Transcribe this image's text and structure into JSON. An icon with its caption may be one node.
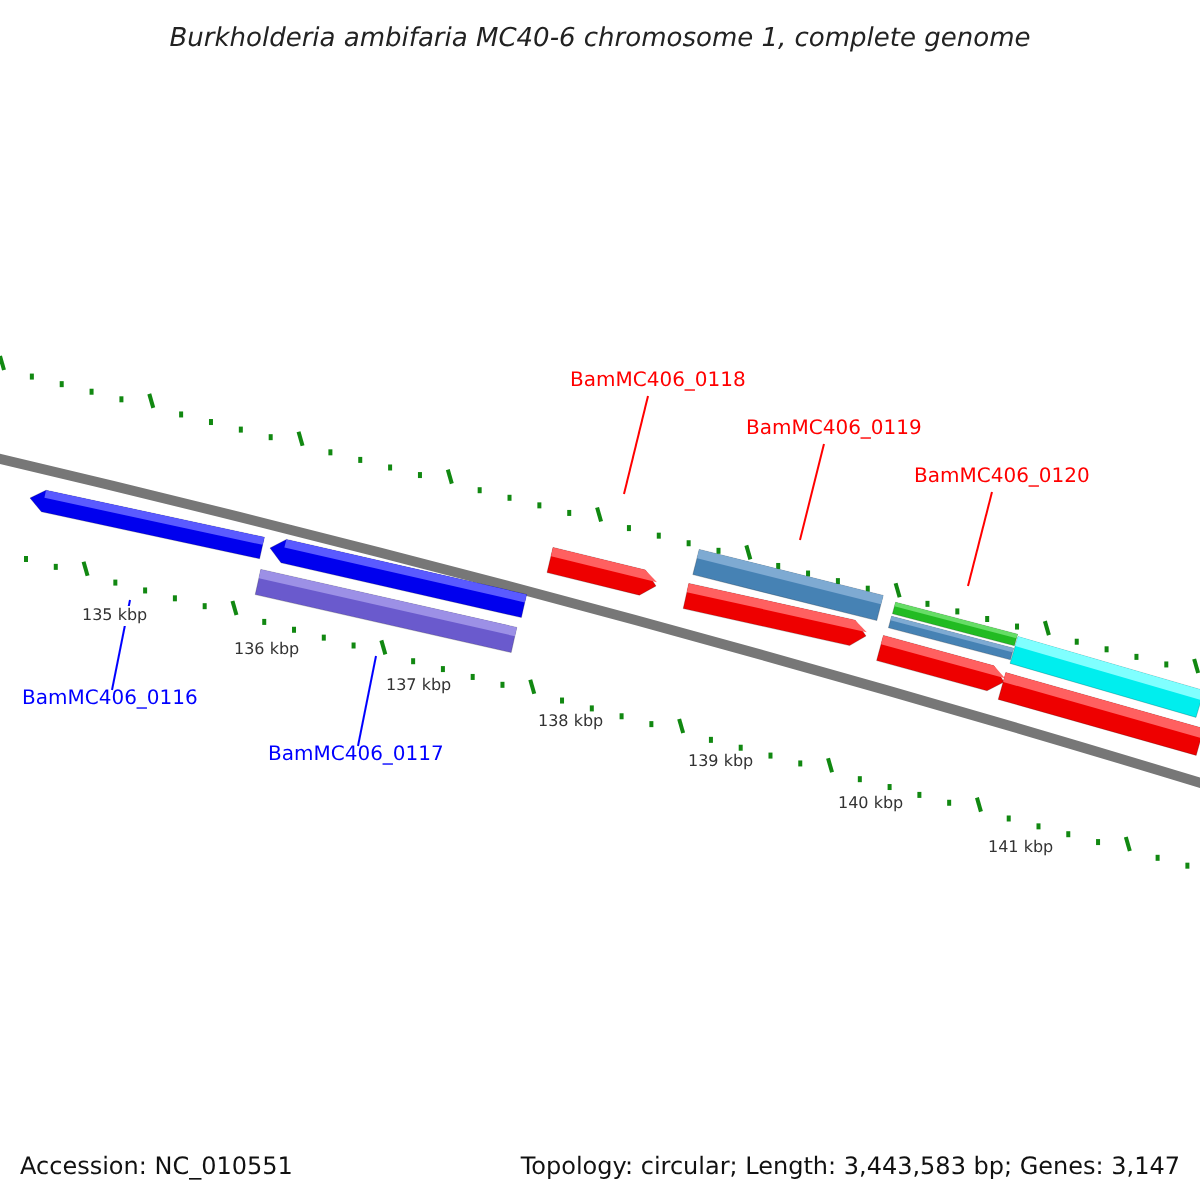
{
  "diagram": {
    "title": "Burkholderia ambifaria MC40-6 chromosome 1, complete genome",
    "nodes": [
      {
        "text": [
          "BamMC406_0118"
        ]
      },
      {
        "text": [
          "BamMC406_0119"
        ]
      },
      {
        "text": [
          "BamMC406_0120"
        ]
      },
      {
        "text": [],
        "shape": "bar"
      },
      {
        "text": [],
        "shape": "bar"
      },
      {
        "text": [],
        "shape": "bar"
      },
      {
        "text": [],
        "shape": "bar"
      },
      {
        "text": [],
        "shape": "bar"
      },
      {
        "text": [],
        "shape": "bar"
      },
      {
        "text": [],
        "shape": "bar"
      },
      {
        "text": [],
        "shape": "bar"
      },
      {
        "text": [],
        "shape": "bar"
      },
      {
        "text": [],
        "shape": "bar"
      },
      {
        "text": [],
        "shape": "bar"
      },
      {
        "text": [
          "BamMC406_0116"
        ]
      },
      {
        "text": [
          "BamMC406_0117"
        ]
      }
    ],
    "edges": [
      {
        "from": 0,
        "to": 6,
        "arrow": "none"
      },
      {
        "from": 1,
        "to": 7,
        "arrow": "none"
      },
      {
        "from": 2,
        "to": 9,
        "arrow": "none"
      },
      {
        "from": 14,
        "to": 3,
        "arrow": "none",
        "color": "#0000ff"
      },
      {
        "from": 15,
        "to": 5,
        "arrow": "none",
        "color": "#0000ff"
      }
    ],
    "labels": [
      "135 kbp",
      "136 kbp",
      "137 kbp",
      "138 kbp",
      "139 kbp",
      "140 kbp",
      "141 kbp",
      "Accession: NC_010551",
      "Topology: circular; Length: 3,443,583 bp; Genes: 3,147"
    ]
  }
}
